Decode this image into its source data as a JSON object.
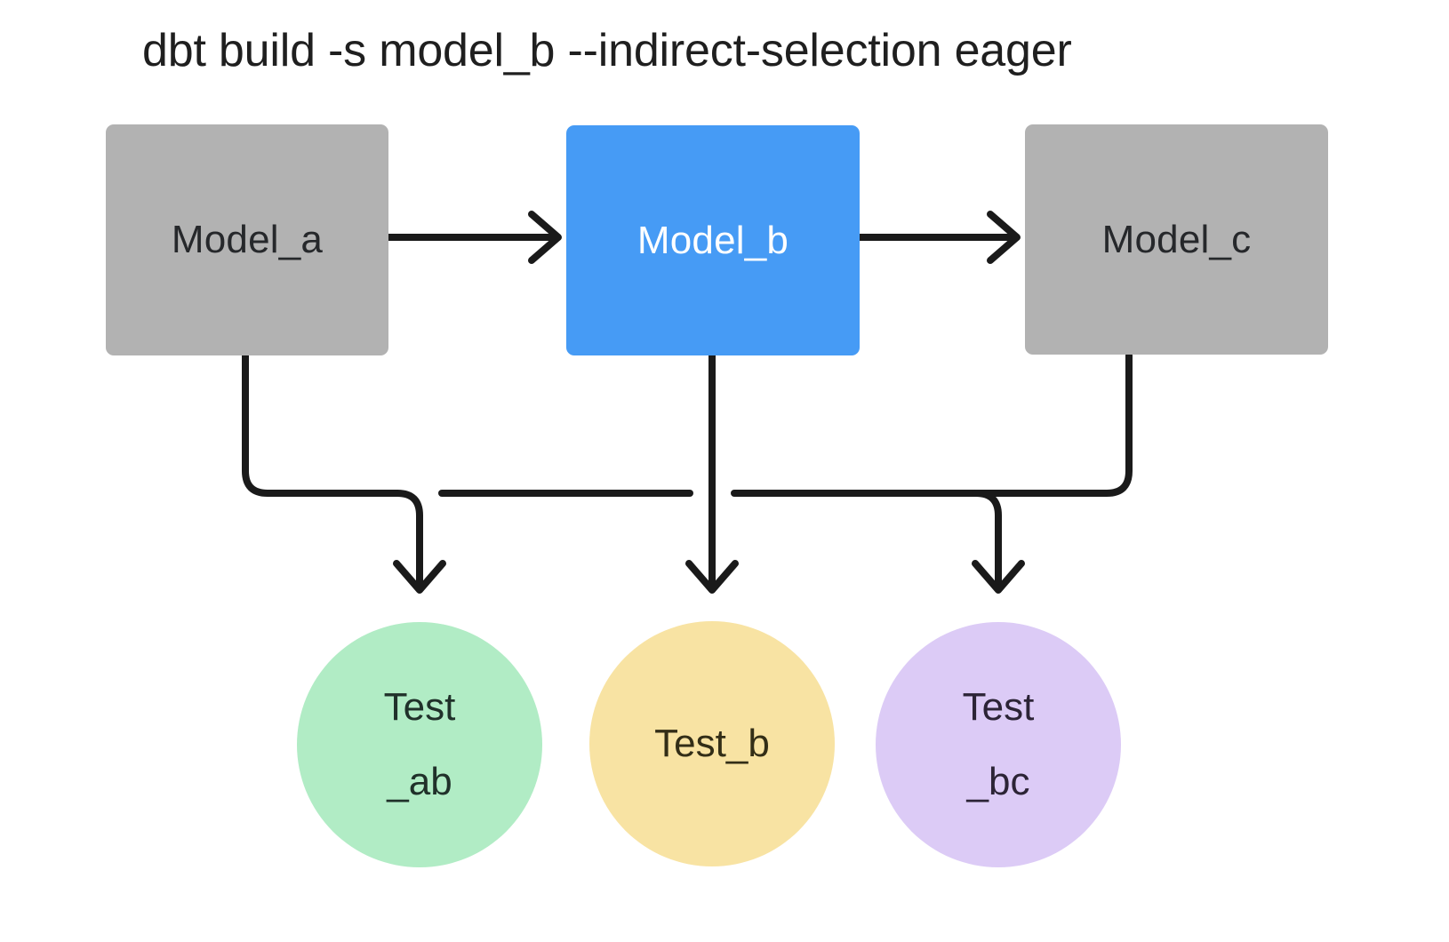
{
  "diagram": {
    "type": "dag",
    "title": "dbt build -s model_b --indirect-selection eager",
    "background": "#ffffff",
    "edge_color": "#1a1a1a",
    "nodes": [
      {
        "id": "model_a",
        "label": "Model_a",
        "shape": "rectangle",
        "role": "model",
        "selected": false,
        "fill": "#b2b2b2",
        "text_color": "#26282b"
      },
      {
        "id": "model_b",
        "label": "Model_b",
        "shape": "rectangle",
        "role": "model",
        "selected": true,
        "fill": "#469bf5",
        "text_color": "#ffffff"
      },
      {
        "id": "model_c",
        "label": "Model_c",
        "shape": "rectangle",
        "role": "model",
        "selected": false,
        "fill": "#b2b2b2",
        "text_color": "#26282b"
      },
      {
        "id": "test_ab",
        "label": "Test_ab",
        "label_line1": "Test",
        "label_line2": "_ab",
        "shape": "circle",
        "role": "test",
        "selected": false,
        "fill": "#b1ecc5",
        "text_color": "#20312a"
      },
      {
        "id": "test_b",
        "label": "Test_b",
        "label_line1": "Test_b",
        "label_line2": "",
        "shape": "circle",
        "role": "test",
        "selected": false,
        "fill": "#f8e3a3",
        "text_color": "#332e17"
      },
      {
        "id": "test_bc",
        "label": "Test_bc",
        "label_line1": "Test",
        "label_line2": "_bc",
        "shape": "circle",
        "role": "test",
        "selected": false,
        "fill": "#dccbf6",
        "text_color": "#2c2436"
      }
    ],
    "edges": [
      {
        "from": "model_a",
        "to": "model_b",
        "style": "arrow-right"
      },
      {
        "from": "model_b",
        "to": "model_c",
        "style": "arrow-right"
      },
      {
        "from": "model_a",
        "to": "test_ab",
        "style": "elbow-down"
      },
      {
        "from": "model_b",
        "to": "test_ab",
        "style": "elbow-down"
      },
      {
        "from": "model_b",
        "to": "test_b",
        "style": "straight-down"
      },
      {
        "from": "model_b",
        "to": "test_bc",
        "style": "elbow-down"
      },
      {
        "from": "model_c",
        "to": "test_bc",
        "style": "elbow-down"
      }
    ]
  }
}
